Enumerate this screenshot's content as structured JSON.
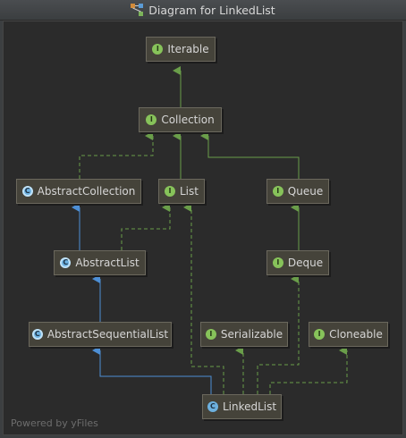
{
  "window": {
    "title": "Diagram for LinkedList"
  },
  "icons": {
    "title": "diagram-icon",
    "interface_badge": "I",
    "class_badge": "C"
  },
  "colors": {
    "implements": "#6a9e4a",
    "extends": "#4d8fd6"
  },
  "nodes": {
    "iterable": {
      "label": "Iterable",
      "kind": "interface"
    },
    "collection": {
      "label": "Collection",
      "kind": "interface"
    },
    "abstract_collection": {
      "label": "AbstractCollection",
      "kind": "abstract"
    },
    "list": {
      "label": "List",
      "kind": "interface"
    },
    "queue": {
      "label": "Queue",
      "kind": "interface"
    },
    "abstract_list": {
      "label": "AbstractList",
      "kind": "abstract"
    },
    "deque": {
      "label": "Deque",
      "kind": "interface"
    },
    "abstract_sequential_list": {
      "label": "AbstractSequentialList",
      "kind": "abstract"
    },
    "serializable": {
      "label": "Serializable",
      "kind": "interface"
    },
    "cloneable": {
      "label": "Cloneable",
      "kind": "interface"
    },
    "linked_list": {
      "label": "LinkedList",
      "kind": "class"
    }
  },
  "footer": {
    "text": "Powered by yFiles"
  }
}
